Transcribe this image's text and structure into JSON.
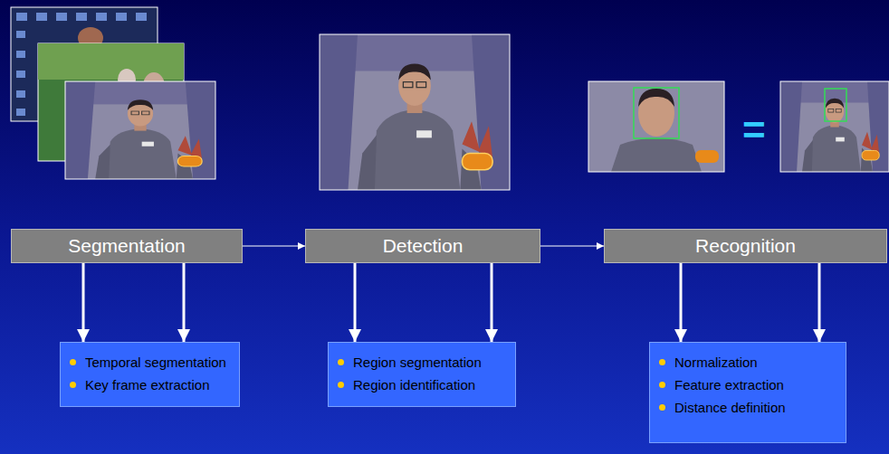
{
  "diagram": {
    "nodes": [
      {
        "text": [
          "Segmentation"
        ]
      },
      {
        "text": [
          "Detection"
        ]
      },
      {
        "text": [
          "Recognition"
        ]
      },
      {
        "text": [
          "Temporal segmentation",
          "Key frame extraction"
        ]
      },
      {
        "text": [
          "Region segmentation",
          "Region identification"
        ]
      },
      {
        "text": [
          "Normalization",
          "Feature extraction",
          "Distance definition"
        ]
      }
    ],
    "edges": [
      {
        "from": 0,
        "to": 1,
        "arrow": "to"
      },
      {
        "from": 1,
        "to": 2,
        "arrow": "to"
      },
      {
        "from": 0,
        "to": 3,
        "arrow": "to"
      },
      {
        "from": 0,
        "to": 3,
        "arrow": "to"
      },
      {
        "from": 1,
        "to": 4,
        "arrow": "to"
      },
      {
        "from": 1,
        "to": 4,
        "arrow": "to"
      },
      {
        "from": 2,
        "to": 5,
        "arrow": "to"
      },
      {
        "from": 2,
        "to": 5,
        "arrow": "to"
      }
    ],
    "labels": [
      "="
    ]
  }
}
